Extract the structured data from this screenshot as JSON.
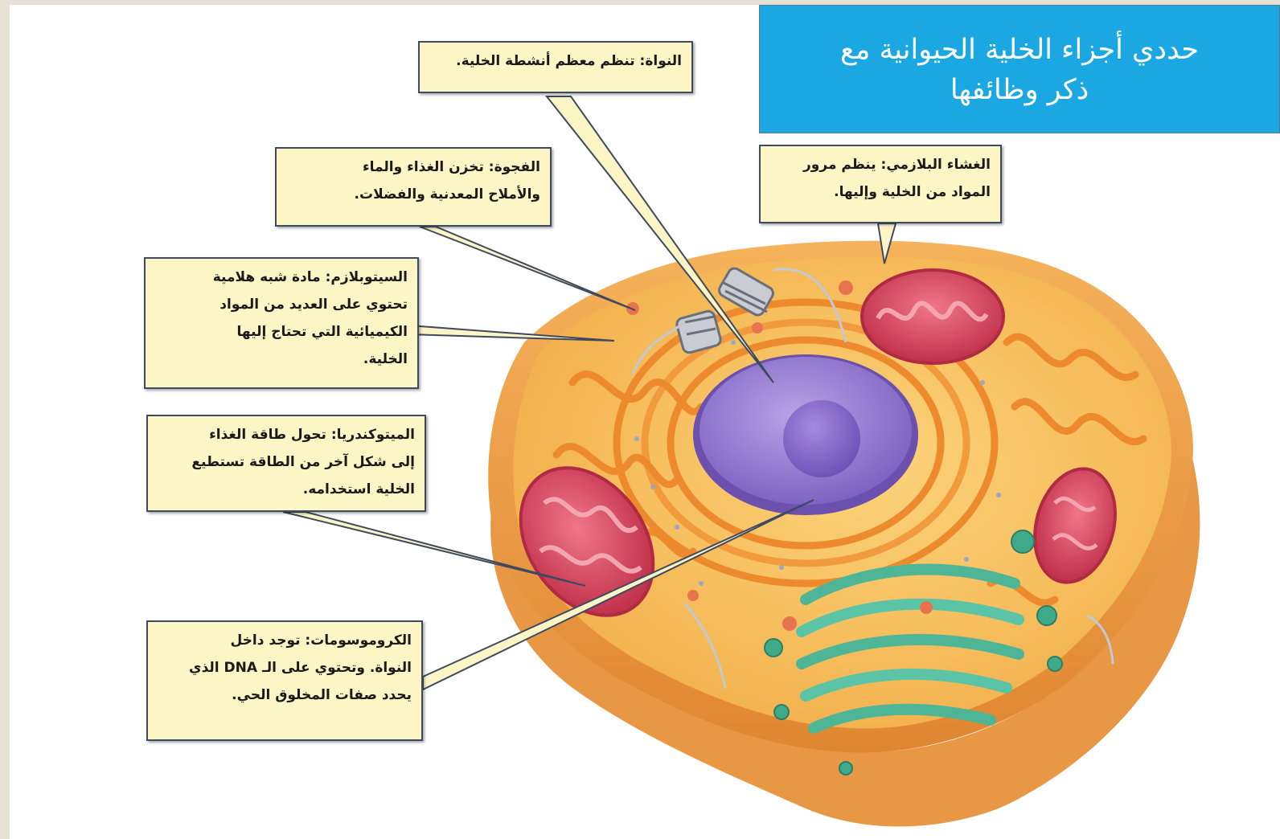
{
  "title": {
    "line1": "حددي أجزاء الخلية الحيوانية مع",
    "line2": "ذكر وظائفها"
  },
  "labels": {
    "nucleus": [
      "النواة: تنظم معظم أنشطة الخلية."
    ],
    "plasma_membrane": [
      "الغشاء البلازمي: ينظم مرور",
      "المواد من الخلية وإليها."
    ],
    "vacuole": [
      "الفجوة: تخزن الغذاء والماء",
      "والأملاح المعدنية والفضلات."
    ],
    "cytoplasm": [
      "السيتوبلازم: مادة شبه هلامية",
      "تحتوي على العديد من المواد",
      "الكيميائية التي تحتاج إليها",
      "الخلية."
    ],
    "mitochondria": [
      "الميتوكندريا: تحول طاقة الغذاء",
      "إلى شكل آخر من الطاقة تستطيع",
      "الخلية استخدامه."
    ],
    "chromosomes": [
      "الكروموسومات: توجد داخل",
      "النواة. وتحتوي على الـ DNA الذي",
      "يحدد صفات المخلوق الحي."
    ]
  },
  "colors": {
    "title_background": "#1ba7e1",
    "callout_background": "#fcf5c6",
    "membrane": "#f0a54a",
    "cytoplasm": "#f7c261",
    "nucleus": "#8f72c9",
    "nucleolus": "#7d5cc0",
    "mitochondria": "#d8455c",
    "golgi": "#5cc4a6",
    "endoplasmic_reticulum": "#f08a2c"
  }
}
